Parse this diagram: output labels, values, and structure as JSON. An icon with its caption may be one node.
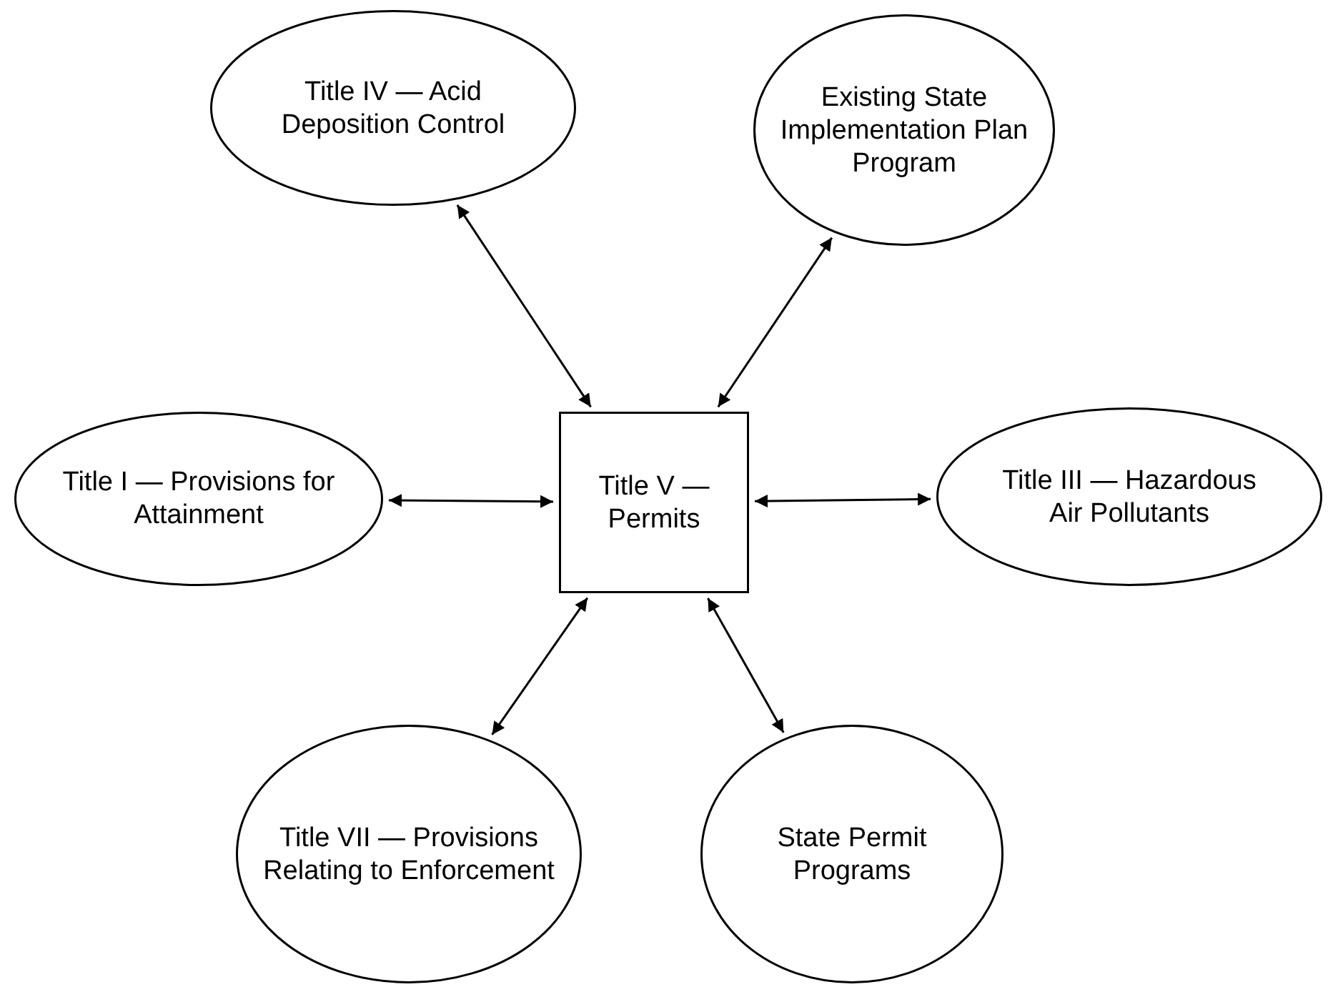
{
  "diagram": {
    "nodes": [
      {
        "text": [
          "Title V — Permits"
        ]
      },
      {
        "text": [
          "Title IV — Acid Deposition Control"
        ]
      },
      {
        "text": [
          "Existing State Implementation Plan Program"
        ]
      },
      {
        "text": [
          "Title I — Provisions for Attainment"
        ]
      },
      {
        "text": [
          "Title III — Hazardous Air Pollutants"
        ]
      },
      {
        "text": [
          "Title VII — Provisions Relating to Enforcement"
        ]
      },
      {
        "text": [
          "State Permit Programs"
        ]
      }
    ],
    "edges": [
      {
        "from": 1,
        "to": 0,
        "arrow": "both"
      },
      {
        "from": 2,
        "to": 0,
        "arrow": "both"
      },
      {
        "from": 3,
        "to": 0,
        "arrow": "both"
      },
      {
        "from": 0,
        "to": 4,
        "arrow": "both"
      },
      {
        "from": 0,
        "to": 5,
        "arrow": "both"
      },
      {
        "from": 0,
        "to": 6,
        "arrow": "both"
      }
    ]
  }
}
